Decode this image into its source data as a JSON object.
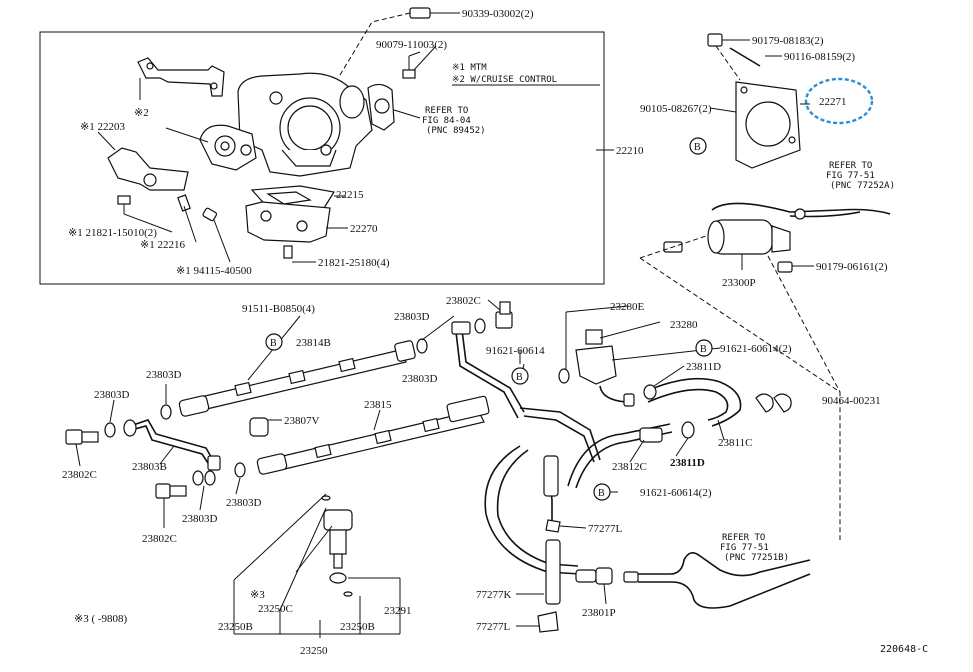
{
  "legend": {
    "note1": "※1 MTM",
    "note2": "※2 W/CRUISE CONTROL",
    "note3": "※3 (    -9808)"
  },
  "refer": {
    "r1": [
      "REFER TO",
      "FIG 84-04",
      "(PNC 89452)"
    ],
    "r2": [
      "REFER TO",
      "FIG 77-51",
      "(PNC 77252A)"
    ],
    "r3": [
      "REFER TO",
      "FIG 77-51",
      "(PNC 77251B)"
    ]
  },
  "diagram_code": "220648-C",
  "highlight_color": "#2a8fd6",
  "labels": [
    {
      "id": "lbl-90339-03002",
      "text": "90339-03002(2)"
    },
    {
      "id": "lbl-90079-11003",
      "text": "90079-11003(2)"
    },
    {
      "id": "lbl-star2",
      "text": "※2"
    },
    {
      "id": "lbl-122203",
      "text": "※1 22203"
    },
    {
      "id": "lbl-22210",
      "text": "22210"
    },
    {
      "id": "lbl-22215",
      "text": "22215"
    },
    {
      "id": "lbl-22270",
      "text": "22270"
    },
    {
      "id": "lbl-21821-15010",
      "text": "※1 21821-15010(2)"
    },
    {
      "id": "lbl-122216",
      "text": "※1 22216"
    },
    {
      "id": "lbl-94115-40500",
      "text": "※1 94115-40500"
    },
    {
      "id": "lbl-21821-25180",
      "text": "21821-25180(4)"
    },
    {
      "id": "lbl-90179-08183",
      "text": "90179-08183(2)"
    },
    {
      "id": "lbl-90116-08159",
      "text": "90116-08159(2)"
    },
    {
      "id": "lbl-90105-08267",
      "text": "90105-08267(2)"
    },
    {
      "id": "lbl-22271",
      "text": "22271"
    },
    {
      "id": "lbl-23300P",
      "text": "23300P"
    },
    {
      "id": "lbl-90179-06161",
      "text": "90179-06161(2)"
    },
    {
      "id": "lbl-91511-B0850",
      "text": "91511-B0850(4)"
    },
    {
      "id": "lbl-23814B",
      "text": "23814B"
    },
    {
      "id": "lbl-23803D-a",
      "text": "23803D"
    },
    {
      "id": "lbl-23802C-a",
      "text": "23802C"
    },
    {
      "id": "lbl-23803D-b",
      "text": "23803D"
    },
    {
      "id": "lbl-23803D-c",
      "text": "23803D"
    },
    {
      "id": "lbl-23803D-d",
      "text": "23803D"
    },
    {
      "id": "lbl-23807V",
      "text": "23807V"
    },
    {
      "id": "lbl-23815",
      "text": "23815"
    },
    {
      "id": "lbl-23802C-b",
      "text": "23802C"
    },
    {
      "id": "lbl-23803B",
      "text": "23803B"
    },
    {
      "id": "lbl-23803D-e",
      "text": "23803D"
    },
    {
      "id": "lbl-23803D-f",
      "text": "23803D"
    },
    {
      "id": "lbl-23802C-c",
      "text": "23802C"
    },
    {
      "id": "lbl-91621-60614-a",
      "text": "91621-60614"
    },
    {
      "id": "lbl-23280E",
      "text": "23280E"
    },
    {
      "id": "lbl-23280",
      "text": "23280"
    },
    {
      "id": "lbl-91621-60614-b",
      "text": "91621-60614(2)"
    },
    {
      "id": "lbl-23811D-a",
      "text": "23811D"
    },
    {
      "id": "lbl-90464-00231",
      "text": "90464-00231"
    },
    {
      "id": "lbl-23811C",
      "text": "23811C"
    },
    {
      "id": "lbl-23812C",
      "text": "23812C"
    },
    {
      "id": "lbl-23811D-b",
      "text": "23811D"
    },
    {
      "id": "lbl-91621-60614-c",
      "text": "91621-60614(2)"
    },
    {
      "id": "lbl-77277L-a",
      "text": "77277L"
    },
    {
      "id": "lbl-77277K",
      "text": "77277K"
    },
    {
      "id": "lbl-77277L-b",
      "text": "77277L"
    },
    {
      "id": "lbl-23801P",
      "text": "23801P"
    },
    {
      "id": "lbl-star3",
      "text": "※3"
    },
    {
      "id": "lbl-23250C",
      "text": "23250C"
    },
    {
      "id": "lbl-23250B-a",
      "text": "23250B"
    },
    {
      "id": "lbl-23250B-b",
      "text": "23250B"
    },
    {
      "id": "lbl-23291",
      "text": "23291"
    },
    {
      "id": "lbl-23250",
      "text": "23250"
    }
  ],
  "b_marker": "B"
}
